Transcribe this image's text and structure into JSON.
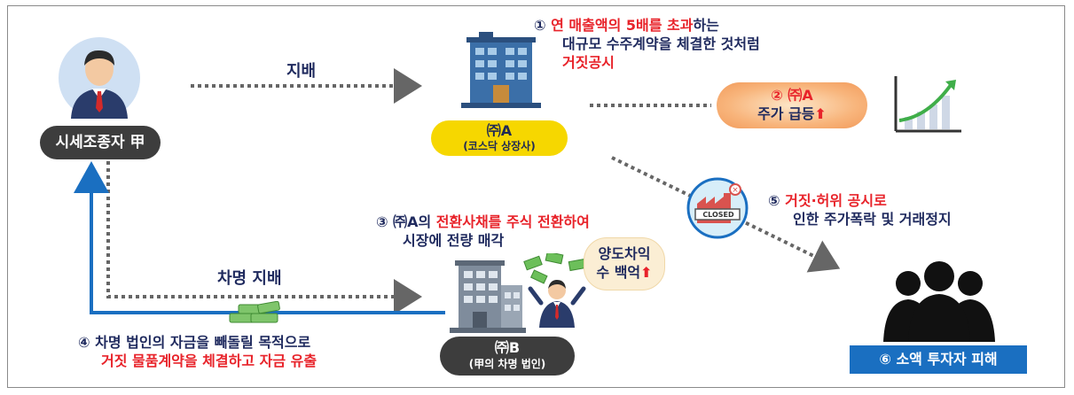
{
  "nodes": {
    "manipulator": {
      "label": "시세조종자 甲"
    },
    "company_a": {
      "name": "㈜A",
      "sub": "(코스닥 상장사)"
    },
    "company_b": {
      "name": "㈜B",
      "sub": "(甲의 차명 법인)"
    },
    "investors": {
      "label": "⑥ 소액 투자자 피해"
    },
    "stock_surge": {
      "line1": "② ㈜A",
      "line2": "주가 급등"
    },
    "gain": {
      "line1": "양도차익",
      "line2": "수 백억"
    }
  },
  "edges": {
    "control": "지배",
    "nominee_control": "차명 지배"
  },
  "steps": {
    "s1": {
      "p1_num": "① ",
      "p1_red": "연 매출액의 5배를 초과",
      "p1_tail": "하는",
      "line2": "대규모 수주계약을 체결한 것처럼",
      "line3": "거짓공시"
    },
    "s3": {
      "p1_num": "③ ㈜A의 ",
      "p1_red": "전환사채를 주식 전환하여",
      "line2": "시장에 전량 매각"
    },
    "s4": {
      "line1": "④ 차명 법인의 자금을 빼돌릴 목적으로",
      "line2": "거짓 물품계약을 체결하고 자금 유출"
    },
    "s5": {
      "p1_num": "⑤ ",
      "p1_red": "거짓·허위 공시로",
      "line2": "인한 주가폭락 및 거래정지"
    }
  },
  "signs": {
    "closed": "CLOSED"
  },
  "colors": {
    "navy": "#1f2a5e",
    "red": "#e8232a",
    "blue_arrow": "#1a6fc1",
    "yellow": "#f6d700",
    "dark_pill": "#3d3d3d",
    "investor_badge": "#1a6fc1"
  }
}
